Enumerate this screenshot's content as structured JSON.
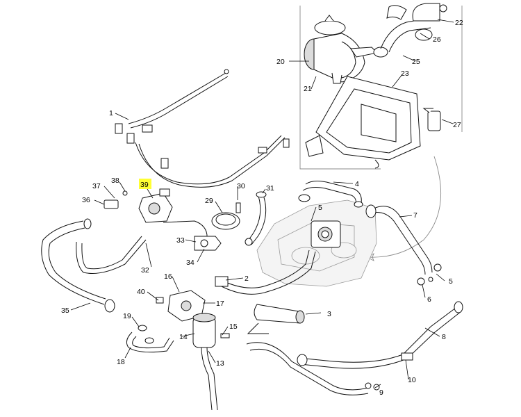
{
  "callouts": [
    {
      "id": "c1",
      "label": "1"
    },
    {
      "id": "c2",
      "label": "2"
    },
    {
      "id": "c3",
      "label": "3"
    },
    {
      "id": "c4",
      "label": "4"
    },
    {
      "id": "c5a",
      "label": "5"
    },
    {
      "id": "c5b",
      "label": "5"
    },
    {
      "id": "c6",
      "label": "6"
    },
    {
      "id": "c7",
      "label": "7"
    },
    {
      "id": "c8",
      "label": "8"
    },
    {
      "id": "c9",
      "label": "9"
    },
    {
      "id": "c10",
      "label": "10"
    },
    {
      "id": "c13",
      "label": "13"
    },
    {
      "id": "c14",
      "label": "14"
    },
    {
      "id": "c15",
      "label": "15"
    },
    {
      "id": "c16",
      "label": "16"
    },
    {
      "id": "c17",
      "label": "17"
    },
    {
      "id": "c18",
      "label": "18"
    },
    {
      "id": "c19",
      "label": "19"
    },
    {
      "id": "c20",
      "label": "20"
    },
    {
      "id": "c21",
      "label": "21"
    },
    {
      "id": "c22",
      "label": "22"
    },
    {
      "id": "c23",
      "label": "23"
    },
    {
      "id": "c25",
      "label": "25"
    },
    {
      "id": "c26",
      "label": "26"
    },
    {
      "id": "c27",
      "label": "27"
    },
    {
      "id": "c29",
      "label": "29"
    },
    {
      "id": "c30",
      "label": "30"
    },
    {
      "id": "c31",
      "label": "31"
    },
    {
      "id": "c32",
      "label": "32"
    },
    {
      "id": "c33",
      "label": "33"
    },
    {
      "id": "c34",
      "label": "34"
    },
    {
      "id": "c35",
      "label": "35"
    },
    {
      "id": "c36",
      "label": "36"
    },
    {
      "id": "c37",
      "label": "37"
    },
    {
      "id": "c38",
      "label": "38"
    },
    {
      "id": "c39",
      "label": "39",
      "highlighted": true
    },
    {
      "id": "c40",
      "label": "40"
    }
  ],
  "highlight_color": "#ffff33"
}
